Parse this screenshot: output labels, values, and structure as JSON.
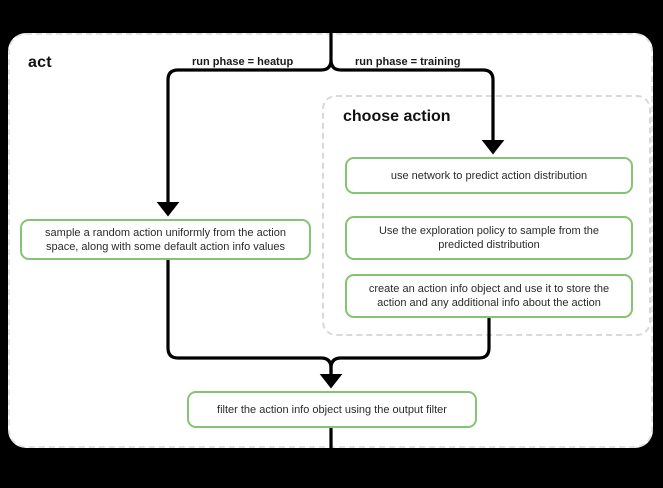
{
  "diagram": {
    "title": "act",
    "type": "flowchart",
    "outer_container": {
      "label": "act",
      "style": "dashed-rounded"
    },
    "sub_container": {
      "label": "choose action",
      "style": "dashed-rounded"
    },
    "edge_labels": {
      "left_branch": "run phase = heatup",
      "right_branch": "run phase = training"
    },
    "nodes": {
      "heatup_sample": "sample a random action uniformly from the action space, along with some default action info values",
      "predict": "use network to predict action distribution",
      "explore": "Use the exploration policy to sample from the predicted distribution",
      "action_info": "create an action info object and use it to store the action and any additional info about the action",
      "filter": "filter the action info object using the output filter"
    },
    "colors": {
      "node_border": "#85c472",
      "node_fill": "#ffffff",
      "edge": "#000000",
      "container_border": "#e0e0e0",
      "text": "#2b2b2b",
      "background": "#000000"
    }
  }
}
